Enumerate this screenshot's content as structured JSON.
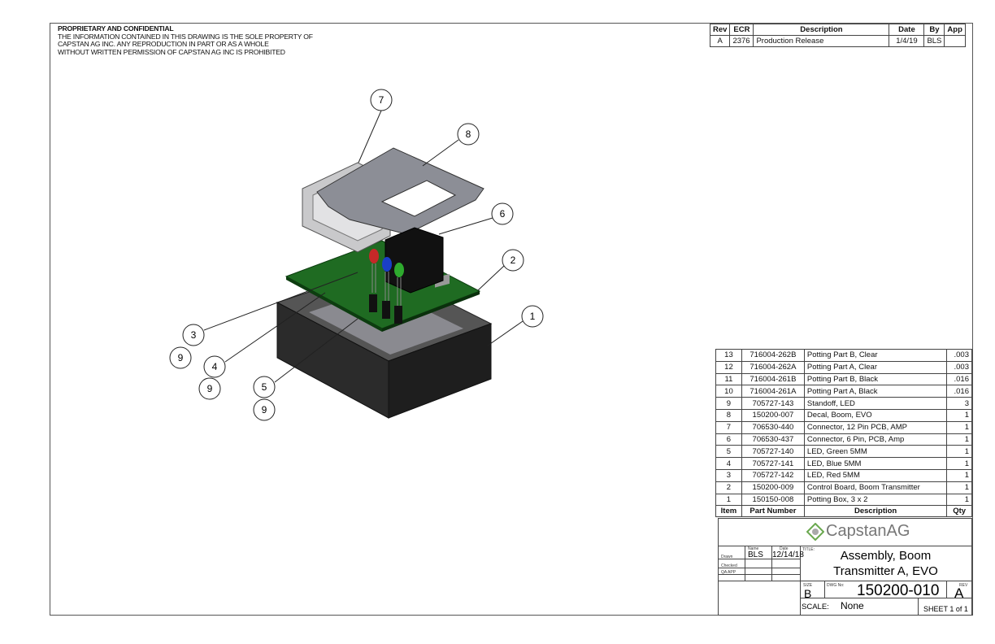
{
  "notice": {
    "title": "PROPRIETARY AND CONFIDENTIAL",
    "lines": [
      "THE INFORMATION CONTAINED IN THIS DRAWING IS THE SOLE PROPERTY OF",
      "CAPSTAN AG INC. ANY REPRODUCTION IN PART OR AS A WHOLE",
      "WITHOUT WRITTEN PERMISSION OF CAPSTAN AG INC IS PROHIBITED"
    ]
  },
  "revision_table": {
    "headers": [
      "Rev",
      "ECR",
      "Description",
      "Date",
      "By",
      "App"
    ],
    "rows": [
      [
        "A",
        "2376",
        "Production Release",
        "1/4/19",
        "BLS",
        ""
      ]
    ]
  },
  "balloons": [
    "7",
    "8",
    "6",
    "2",
    "1",
    "3",
    "9",
    "4",
    "9",
    "5",
    "9"
  ],
  "bom": {
    "headers": [
      "Item",
      "Part Number",
      "Description",
      "Qty"
    ],
    "rows": [
      [
        "13",
        "716004-262B",
        "Potting Part B, Clear",
        ".003"
      ],
      [
        "12",
        "716004-262A",
        "Potting Part A, Clear",
        ".003"
      ],
      [
        "11",
        "716004-261B",
        "Potting Part B, Black",
        ".016"
      ],
      [
        "10",
        "716004-261A",
        "Potting Part A, Black",
        ".016"
      ],
      [
        "9",
        "705727-143",
        "Standoff, LED",
        "3"
      ],
      [
        "8",
        "150200-007",
        "Decal, Boom, EVO",
        "1"
      ],
      [
        "7",
        "706530-440",
        "Connector, 12 Pin PCB, AMP",
        "1"
      ],
      [
        "6",
        "706530-437",
        "Connector, 6 Pin, PCB, Amp",
        "1"
      ],
      [
        "5",
        "705727-140",
        "LED, Green 5MM",
        "1"
      ],
      [
        "4",
        "705727-141",
        "LED, Blue 5MM",
        "1"
      ],
      [
        "3",
        "705727-142",
        "LED, Red 5MM",
        "1"
      ],
      [
        "2",
        "150200-009",
        "Control Board, Boom Transmitter",
        "1"
      ],
      [
        "1",
        "150150-008",
        "Potting Box, 3 x 2",
        "1"
      ]
    ]
  },
  "title_block": {
    "logo": "CapstanAG",
    "name_label": "Name",
    "date_label": "Date",
    "drawn_label": "Drawn",
    "checked_label": "Checked",
    "qa_label": "QA APP",
    "drawn_by": "BLS",
    "drawn_date": "12/14/18",
    "title_label": "TITLE:",
    "title_line1": "Assembly, Boom",
    "title_line2": "Transmitter A, EVO",
    "size_label": "SIZE",
    "size": "B",
    "dwg_label": "DWG No:",
    "dwg_no": "150200-010",
    "rev_label": "REV",
    "rev": "A",
    "scale_label": "SCALE:",
    "scale": "None",
    "sheet": "SHEET 1 of 1"
  },
  "colors": {
    "logo_green": "#6aa84f",
    "pcb_green": "#1f6b22",
    "box": "#2a2a2a"
  }
}
